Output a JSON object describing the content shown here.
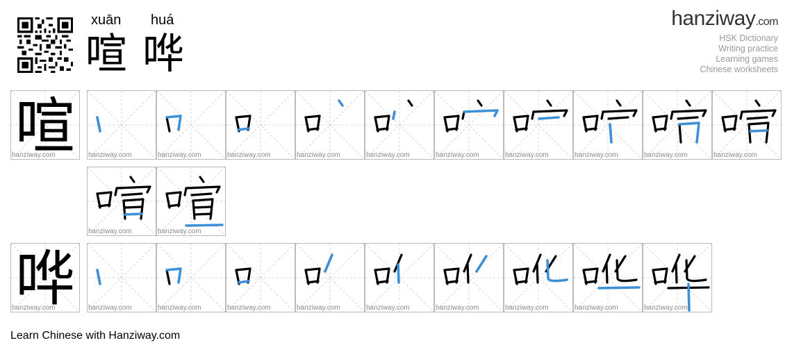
{
  "header": {
    "qr_code": "qr-code",
    "characters": [
      {
        "hanzi": "喧",
        "pinyin": "xuān"
      },
      {
        "hanzi": "哗",
        "pinyin": "huá"
      }
    ]
  },
  "brand": {
    "name": "hanziway",
    "suffix": ".com",
    "taglines": [
      "HSK Dictionary",
      "Writing practice",
      "Learning games",
      "Chinese worksheets"
    ]
  },
  "grid": {
    "watermark": "hanziway.com",
    "stroke_color": "#3d8fd6",
    "guide_color": "#d4d4d4",
    "strokes_xuan": 12,
    "strokes_hua": 9
  },
  "footer": {
    "text": "Learn Chinese with Hanziway.com"
  }
}
